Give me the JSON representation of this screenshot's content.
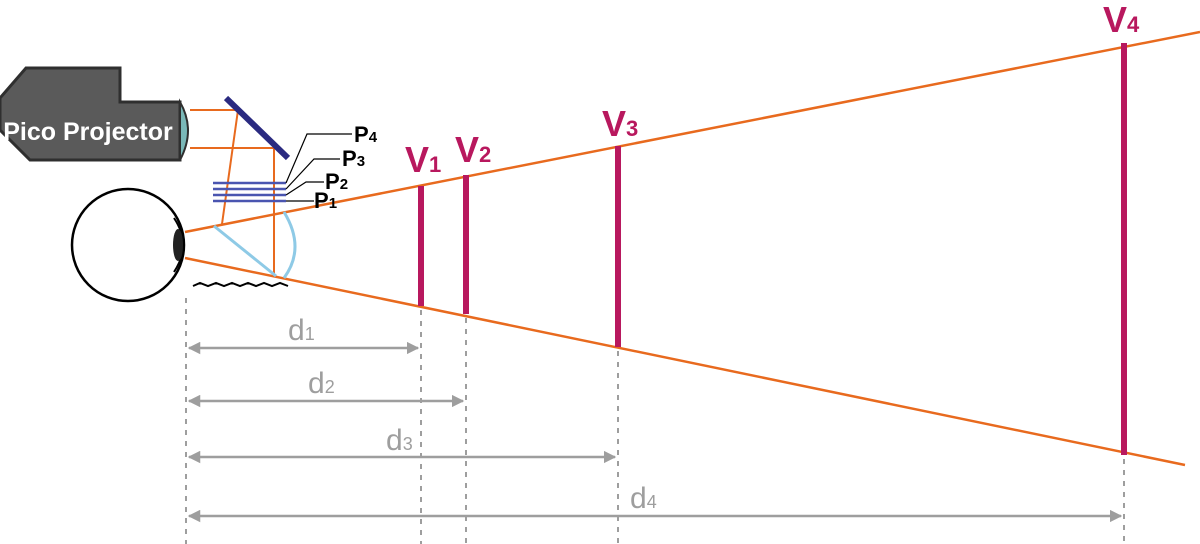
{
  "colors": {
    "ray": "#e86a1e",
    "virtual_image": "#b8185e",
    "plane": "#4a55b0",
    "mirror": "#2a2a80",
    "projector_body": "#5a5a5a",
    "lens": "#7ab8b8",
    "combiner": "#8ecae6",
    "dimension": "#9e9e9e"
  },
  "projector": {
    "label": "Pico Projector"
  },
  "focal_planes": [
    {
      "base": "P",
      "sub": "1"
    },
    {
      "base": "P",
      "sub": "2"
    },
    {
      "base": "P",
      "sub": "3"
    },
    {
      "base": "P",
      "sub": "4"
    }
  ],
  "virtual_images": [
    {
      "base": "V",
      "sub": "1"
    },
    {
      "base": "V",
      "sub": "2"
    },
    {
      "base": "V",
      "sub": "3"
    },
    {
      "base": "V",
      "sub": "4"
    }
  ],
  "distances": [
    {
      "base": "d",
      "sub": "1"
    },
    {
      "base": "d",
      "sub": "2"
    },
    {
      "base": "d",
      "sub": "3"
    },
    {
      "base": "d",
      "sub": "4"
    }
  ]
}
